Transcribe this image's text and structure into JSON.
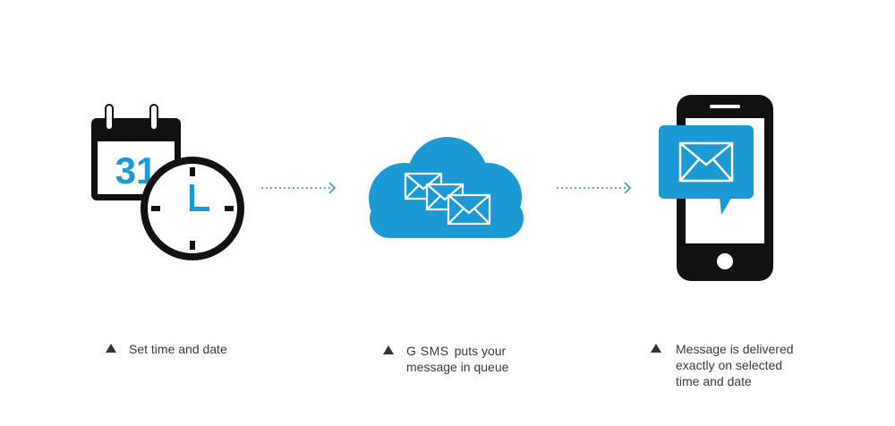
{
  "calendar": {
    "day": "31"
  },
  "steps": [
    {
      "lines": [
        "Set time and date"
      ]
    },
    {
      "brand": "G SMS",
      "line1_rest": "puts your",
      "line2": "message in queue"
    },
    {
      "lines": [
        "Message is delivered",
        "exactly on selected",
        "time and date"
      ]
    }
  ],
  "colors": {
    "accent": "#1a99d4",
    "dark": "#111111",
    "arrow": "#2a8fc9"
  },
  "icons": [
    "calendar-icon",
    "clock-icon",
    "cloud-icon",
    "envelope-icon",
    "smartphone-icon",
    "chat-bubble-icon",
    "arrow-right-icon",
    "triangle-bullet-icon"
  ]
}
